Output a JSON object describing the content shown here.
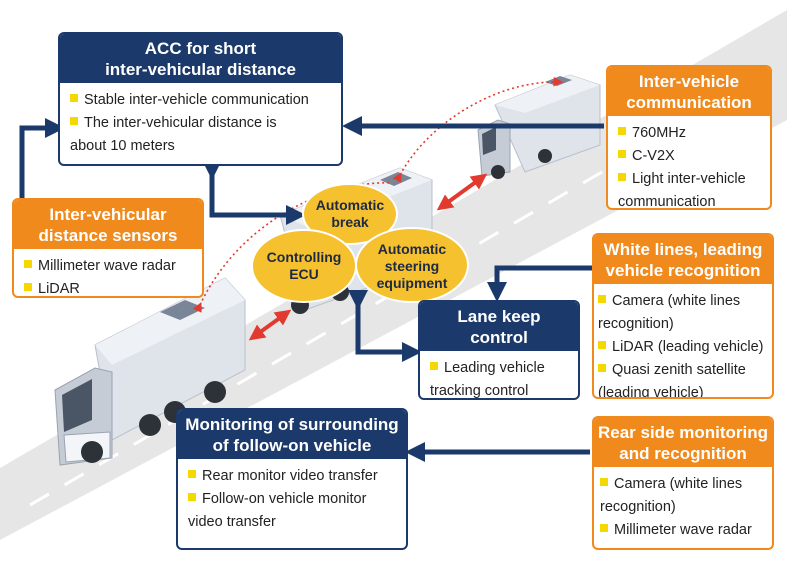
{
  "colors": {
    "navy": "#1b3a6b",
    "orange": "#f08a1c",
    "bullet": "#f5d800",
    "bubble": "#f5c12e",
    "road": "#e6e6e6",
    "link": "#e23a2e"
  },
  "acc": {
    "title_line1": "ACC for short",
    "title_line2": "inter-vehicular distance",
    "items": [
      "Stable inter-vehicle communication",
      "The inter-vehicular distance is",
      "about 10 meters"
    ]
  },
  "inter_vehicle_comm": {
    "title_line1": "Inter-vehicle",
    "title_line2": "communication",
    "items": [
      "760MHz",
      "C-V2X",
      "Light inter-vehicle",
      "communication"
    ]
  },
  "distance_sensors": {
    "title_line1": "Inter-vehicular",
    "title_line2": "distance sensors",
    "items": [
      "Millimeter wave radar",
      "LiDAR"
    ]
  },
  "white_lines": {
    "title_line1": "White lines, leading",
    "title_line2": "vehicle recognition",
    "items": [
      "Camera (white lines",
      "recognition)",
      "LiDAR (leading vehicle)",
      "Quasi zenith satellite",
      "(leading vehicle)"
    ]
  },
  "lane_keep": {
    "title_line1": "Lane keep",
    "title_line2": "control",
    "items": [
      "Leading vehicle",
      "tracking control"
    ]
  },
  "monitoring": {
    "title_line1": "Monitoring of surrounding",
    "title_line2": "of follow-on vehicle",
    "items": [
      "Rear monitor video transfer",
      "Follow-on vehicle monitor",
      "video transfer"
    ]
  },
  "rear_side": {
    "title_line1": "Rear side monitoring",
    "title_line2": "and recognition",
    "items": [
      "Camera (white lines",
      "recognition)",
      "Millimeter wave radar"
    ]
  },
  "bubbles": {
    "break_line1": "Automatic",
    "break_line2": "break",
    "ecu_line1": "Controlling",
    "ecu_line2": "ECU",
    "steer_line1": "Automatic",
    "steer_line2": "steering",
    "steer_line3": "equipment"
  }
}
